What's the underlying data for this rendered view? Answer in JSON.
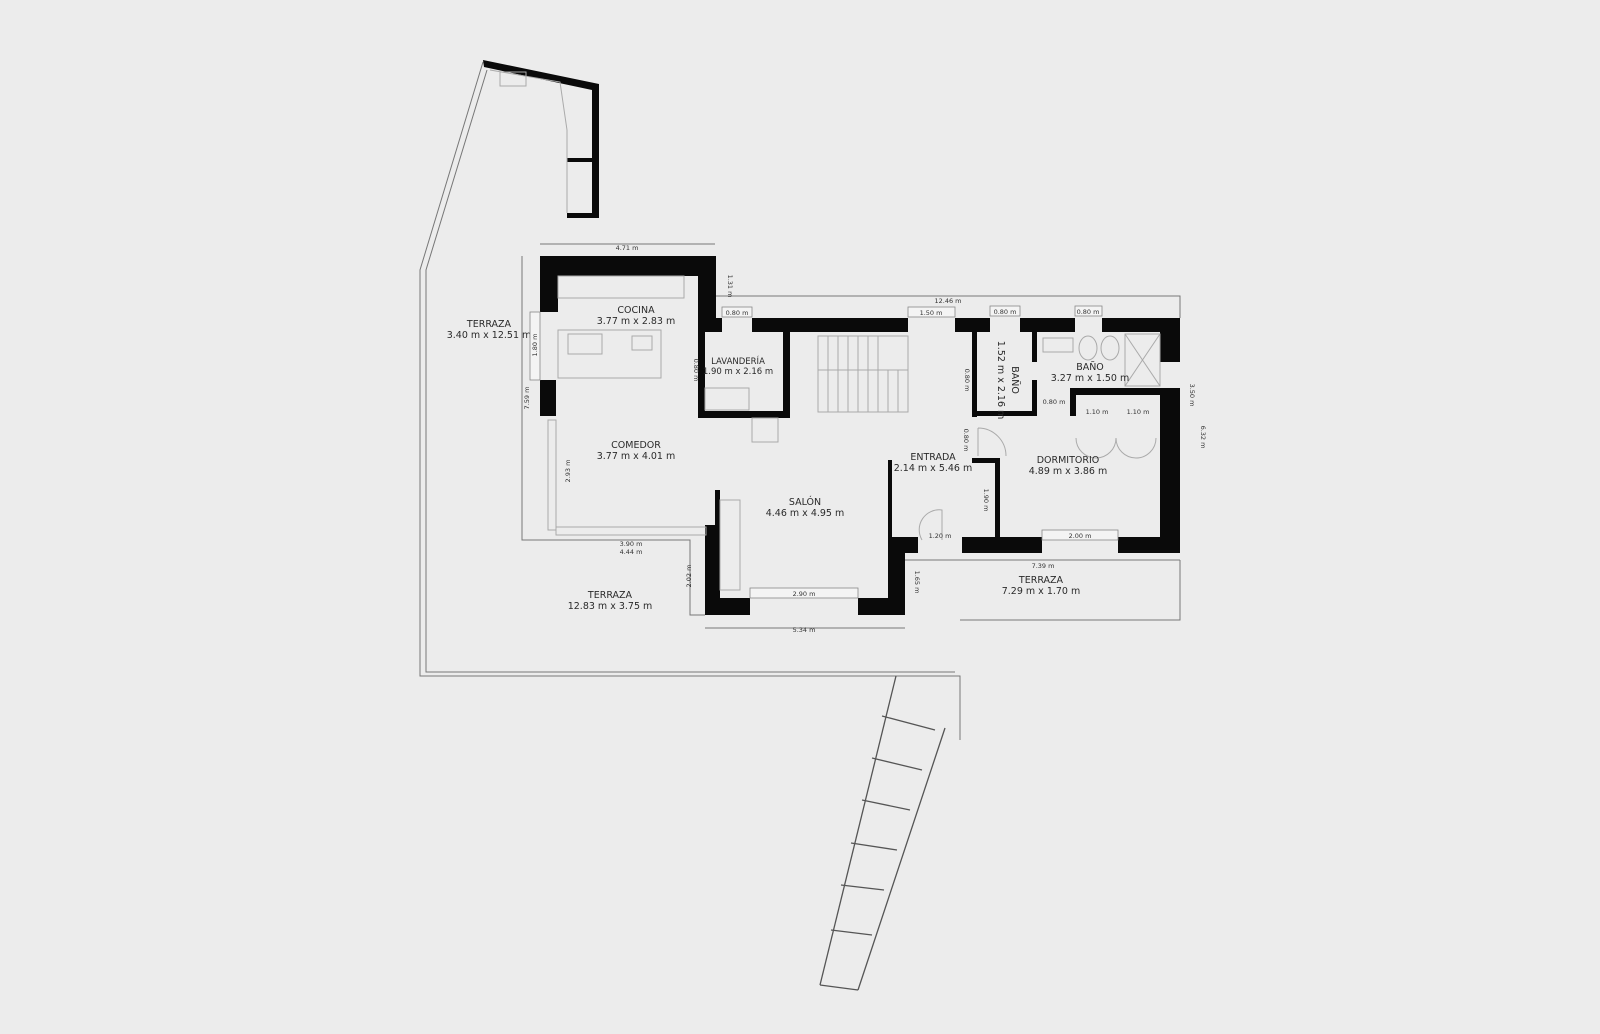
{
  "plan": {
    "background": "#ececec",
    "wall_color": "#0a0a0a",
    "rooms": [
      {
        "name": "TERRAZA",
        "size": "3.40 m x 12.51 m"
      },
      {
        "name": "COCINA",
        "size": "3.77 m x 2.83 m"
      },
      {
        "name": "LAVANDERÍA",
        "size": "1.90 m x 2.16 m"
      },
      {
        "name": "BAÑO",
        "size": "1.52 m x 2.16 m"
      },
      {
        "name": "BAÑO",
        "size": "3.27 m x 1.50 m"
      },
      {
        "name": "COMEDOR",
        "size": "3.77 m x 4.01 m"
      },
      {
        "name": "ENTRADA",
        "size": "2.14 m x 5.46 m"
      },
      {
        "name": "DORMITORIO",
        "size": "4.89 m x 3.86 m"
      },
      {
        "name": "SALÓN",
        "size": "4.46 m x 4.95 m"
      },
      {
        "name": "TERRAZA",
        "size": "12.83 m x 3.75 m"
      },
      {
        "name": "TERRAZA",
        "size": "7.29 m x 1.70 m"
      }
    ],
    "dimensions": {
      "kitchen_width": "4.71 m",
      "kitchen_step": "1.31 m",
      "kitchen_door": "0.80 m",
      "overall_width": "12.46 m",
      "stair_window": "1.50 m",
      "bath1_window": "0.80 m",
      "bath2_window": "0.80 m",
      "laundry_door": "0.80 m",
      "bath1_door": "0.80 m",
      "bath2_door": "0.80 m",
      "wardrobe_1": "1.10 m",
      "wardrobe_2": "1.10 m",
      "right_upper": "3.50 m",
      "right_total": "6.32 m",
      "entrance_door": "0.80 m",
      "entrance_closet": "1.90 m",
      "entrance_window": "1.20 m",
      "bedroom_window": "2.00 m",
      "terrace_right_width": "7.39 m",
      "salon_step": "1.65 m",
      "salon_window": "2.90 m",
      "salon_width": "5.34 m",
      "salon_left": "2.02 m",
      "dining_window": "3.90 m",
      "dining_width": "4.44 m",
      "dining_side_window": "2.93 m",
      "left_total": "7.59 m",
      "kitchen_window": "1.80 m"
    }
  }
}
